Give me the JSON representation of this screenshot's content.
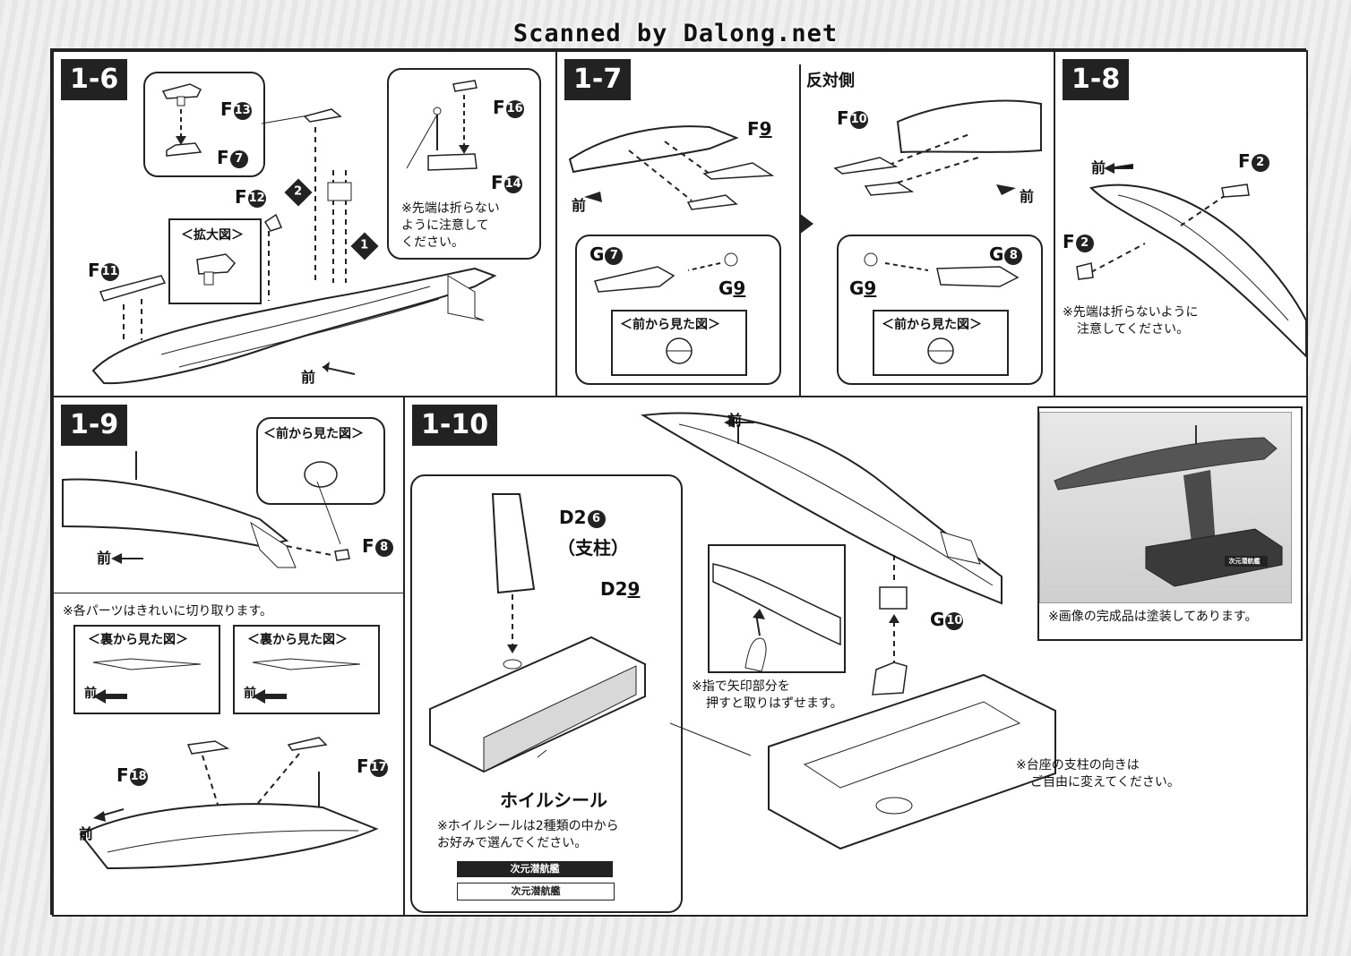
{
  "watermark": "Scanned by Dalong.net",
  "steps": {
    "s16": "1-6",
    "s17": "1-7",
    "s18": "1-8",
    "s19": "1-9",
    "s110": "1-10"
  },
  "labels": {
    "mae": "前",
    "hantaigawa": "反対側",
    "kakudaizu": "＜拡大図＞",
    "mae_kara": "＜前から見た図＞",
    "ura_kara": "＜裏から見た図＞",
    "shichu": "（支柱）",
    "foil_seal": "ホイルシール",
    "ship_name": "次元潜航艦"
  },
  "notes": {
    "tip_1_6": [
      "※先端は折らない",
      "ように注意して",
      "ください。"
    ],
    "tip_1_8": [
      "※先端は折らないように",
      "注意してください。"
    ],
    "cut_parts": "※各パーツはきれいに切り取ります。",
    "finger": [
      "※指で矢印部分を",
      "押すと取りはずせます。"
    ],
    "foil": [
      "※ホイルシールは2種類の中から",
      "お好みで選んでください。"
    ],
    "stand_dir": [
      "※台座の支柱の向きは",
      "ご自由に変えてください。"
    ],
    "photo": "※画像の完成品は塗装してあります。"
  },
  "parts": {
    "F13": {
      "letter": "F",
      "num": "13",
      "circled": "⓭"
    },
    "F7": {
      "letter": "F",
      "num": "7",
      "circled": "❼"
    },
    "F12": {
      "letter": "F",
      "num": "12",
      "circled": "⓬"
    },
    "F11": {
      "letter": "F",
      "num": "11",
      "circled": "⓫"
    },
    "F16": {
      "letter": "F",
      "num": "16",
      "circled": "⓰"
    },
    "F14": {
      "letter": "F",
      "num": "14",
      "circled": "⓮"
    },
    "F9": {
      "letter": "F",
      "num": "9"
    },
    "F10": {
      "letter": "F",
      "num": "10",
      "circled": "❿"
    },
    "G7": {
      "letter": "G",
      "num": "7",
      "circled": "❼"
    },
    "G9": {
      "letter": "G",
      "num": "9"
    },
    "G8": {
      "letter": "G",
      "num": "8",
      "circled": "❽"
    },
    "F2": {
      "letter": "F",
      "num": "2",
      "circled": "❷"
    },
    "F8": {
      "letter": "F",
      "num": "8",
      "circled": "❽"
    },
    "F18": {
      "letter": "F",
      "num": "18",
      "circled": "⓲"
    },
    "F17": {
      "letter": "F",
      "num": "17",
      "circled": "⓱"
    },
    "D26": {
      "letter": "D2",
      "num": "6"
    },
    "D29": {
      "letter": "D2",
      "num": "9"
    },
    "G10": {
      "letter": "G",
      "num": "10",
      "circled": "❿"
    }
  },
  "order_marks": {
    "first": "1",
    "second": "2"
  },
  "colors": {
    "ink": "#222222",
    "paper": "#ffffff",
    "stand_dark": "#3a3a3a"
  }
}
